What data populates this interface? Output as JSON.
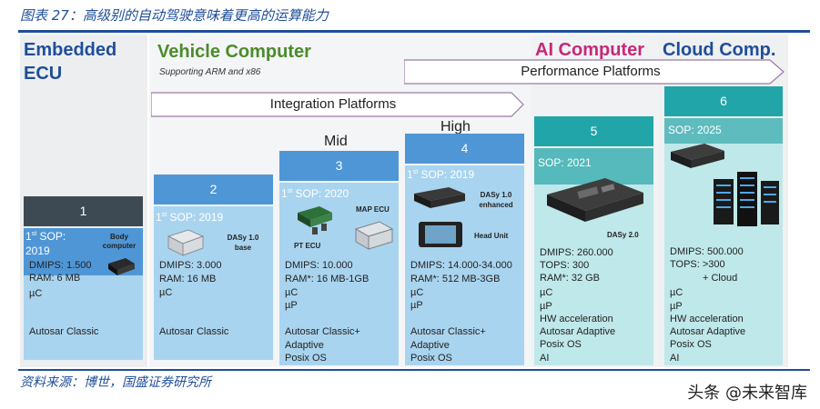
{
  "figure_title": "图表 27：高级别的自动驾驶意味着更高的运算能力",
  "source": "资料来源：博世，国盛证券研究所",
  "watermark": "头条 @未来智库",
  "categories": {
    "ecu": "Embedded ECU",
    "vehicle": "Vehicle Computer",
    "vehicle_sub": "Supporting ARM and x86",
    "ai": "AI Computer",
    "cloud": "Cloud Comp."
  },
  "arrows": {
    "performance": "Performance Platforms",
    "integration": "Integration Platforms"
  },
  "levels": {
    "mid": "Mid",
    "high": "High"
  },
  "columns": [
    {
      "number": "1",
      "sop_prefix": "1",
      "sop_sup": "st",
      "sop": " SOP:",
      "sop_year": "2019",
      "product": "Body computer",
      "specs": [
        "DMIPS: 1.500",
        "RAM: 6 MB",
        "µC"
      ],
      "software": [
        "Autosar Classic"
      ]
    },
    {
      "number": "2",
      "sop_prefix": "1",
      "sop_sup": "st",
      "sop": " SOP: 2019",
      "product": "DASy 1.0 base",
      "specs": [
        "DMIPS: 3.000",
        "RAM: 16 MB",
        "µC"
      ],
      "software": [
        "Autosar Classic"
      ]
    },
    {
      "number": "3",
      "sop_prefix": "1",
      "sop_sup": "st",
      "sop": " SOP: 2020",
      "product_a": "MAP ECU",
      "product_b": "PT ECU",
      "specs": [
        "DMIPS: 10.000",
        "RAM*: 16 MB-1GB",
        "µC",
        "µP"
      ],
      "software": [
        "Autosar Classic+",
        "Adaptive",
        "Posix OS"
      ]
    },
    {
      "number": "4",
      "sop_prefix": "1",
      "sop_sup": "st",
      "sop": " SOP: 2019",
      "product_a": "DASy 1.0 enhanced",
      "product_b": "Head Unit",
      "specs": [
        "DMIPS: 14.000-34.000",
        "RAM*: 512 MB-3GB",
        "µC",
        "µP"
      ],
      "software": [
        "Autosar Classic+",
        "Adaptive",
        "Posix OS"
      ]
    },
    {
      "number": "5",
      "sop": "SOP: 2021",
      "product": "DASy 2.0",
      "specs": [
        "DMIPS: 260.000",
        "TOPS: 300",
        "RAM*: 32 GB",
        "µC",
        "µP",
        "HW acceleration",
        "Autosar Adaptive",
        "Posix OS",
        "AI"
      ]
    },
    {
      "number": "6",
      "sop": "SOP: 2025",
      "specs": [
        "DMIPS: 500.000",
        "TOPS: >300",
        "+ Cloud",
        "µC",
        "µP",
        "HW acceleration",
        "Autosar Adaptive",
        "Posix OS",
        "AI"
      ]
    }
  ],
  "colors": {
    "dark_head": "#3e4a53",
    "blue": "#4f96d6",
    "light_blue": "#a9d4ef",
    "teal_dark": "#21a5a8",
    "teal_light": "#bfe8ea",
    "title_blue": "#1f4e99"
  }
}
